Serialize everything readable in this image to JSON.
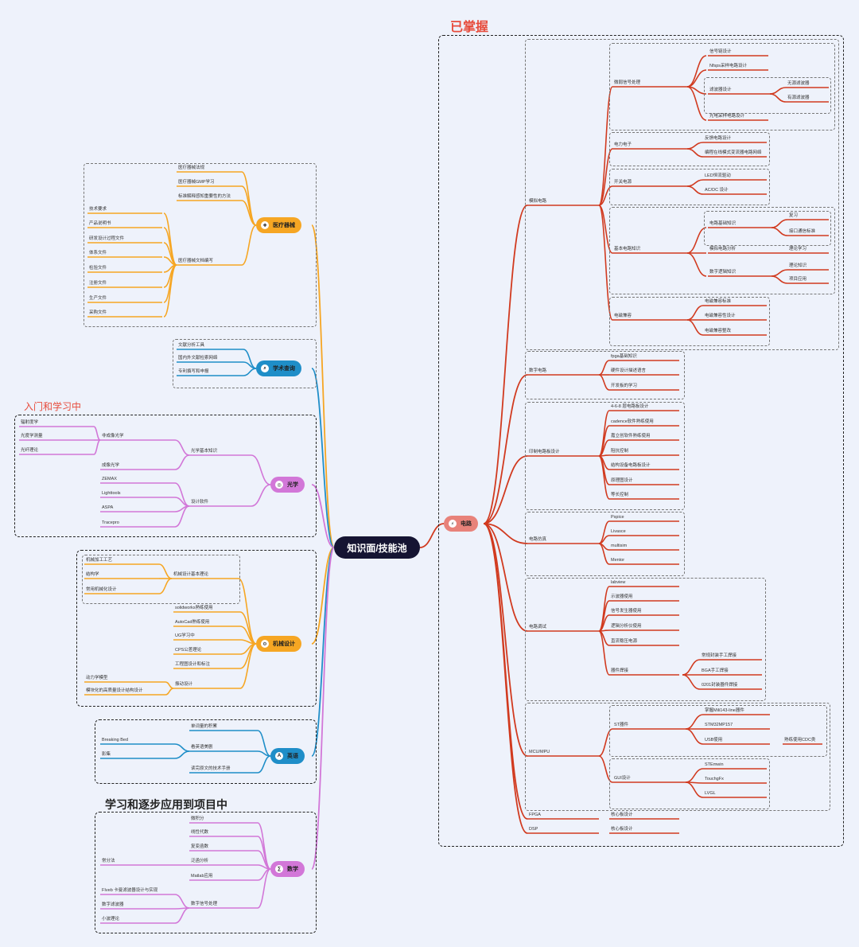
{
  "center": "知识面/技能池",
  "section_titles": {
    "mastered": "已掌握",
    "learning": "入门和学习中",
    "applying": "学习和逐步应用到项目中"
  },
  "colors": {
    "orange": "#f6a623",
    "blue": "#1f8ec8",
    "pink": "#d277d8",
    "red": "#d13a1f",
    "center": "#151432"
  },
  "branches": [
    {
      "id": "medical",
      "label": "医疗器械",
      "color": "#f6a623",
      "icon": "medical-icon",
      "items": [
        "医疗器械法规",
        "医疗器械GMP学习",
        "标准解释感知重要性的方法",
        "技术要求",
        "产品说明书",
        "研发设计过程文件",
        "体系文件",
        "检验文件",
        "注册文件",
        "生产文件",
        "采购文件",
        "医疗器械文档编写"
      ]
    },
    {
      "id": "academic",
      "label": "学术查询",
      "color": "#1f8ec8",
      "icon": "search-icon",
      "items": [
        "文献分析工具",
        "国内外文献检索网络",
        "专利撰写和申报"
      ]
    },
    {
      "id": "optics",
      "label": "光学",
      "color": "#d277d8",
      "icon": "lens-icon",
      "items": [
        "辐射度学",
        "光度学测量",
        "光纤理论",
        "非成像光学",
        "光学基本知识",
        "成像光学",
        "ZEMAX",
        "Lighttools",
        "ASPA",
        "Tracepro",
        "设计软件"
      ]
    },
    {
      "id": "mechanical",
      "label": "机械设计",
      "color": "#f6a623",
      "icon": "gear-icon",
      "items": [
        "机械加工工艺",
        "结构学",
        "常用机械化设计",
        "机械设计基本理论",
        "solidworks熟练使用",
        "AutoCad熟练使用",
        "UG学习中",
        "CPS公差理论",
        "工程图设计和标注",
        "振动设计",
        "动力学模型",
        "模块化的高质量设计结构设计"
      ]
    },
    {
      "id": "english",
      "label": "英语",
      "color": "#1f8ec8",
      "icon": "book-icon",
      "items": [
        "单词量的积累",
        "Breaking Bed",
        "影集",
        "看英语美剧",
        "读完原文的技术手册"
      ]
    },
    {
      "id": "math",
      "label": "数学",
      "color": "#d277d8",
      "icon": "formula-icon",
      "items": [
        "微积分",
        "线性代数",
        "复变函数",
        "泛函分析",
        "Matlab应用",
        "常分法",
        "FIveb 卡曼滤波器设计与实现",
        "数字滤波器",
        "小波理论",
        "数字信号处理"
      ]
    },
    {
      "id": "circuit",
      "label": "电路",
      "color": "#d13a1f",
      "icon": "circuit-icon",
      "groups": [
        {
          "label": "模拟电路",
          "sub": [
            {
              "label": "微弱信号处理",
              "items": [
                "信号链设计",
                "Nfsps采样电路设计",
                "滤波器设计",
                "无源滤波器",
                "有源滤波器",
                "光电采样电路设计"
              ]
            },
            {
              "label": "电力电子",
              "items": [
                "反馈电路设计",
                "编程在线模式变流器电路网络"
              ]
            },
            {
              "label": "开关电源",
              "items": [
                "LED恒流驱动",
                "AC/DC 设计"
              ]
            },
            {
              "label": "基本电路知识",
              "items": [
                "电路基础知识",
                "复习",
                "接口通信标准",
                "模拟电路分析",
                "理论学习",
                "数字逻辑知识",
                "理论知识",
                "项目应用"
              ]
            },
            {
              "label": "电磁兼容",
              "items": [
                "电磁兼容标准",
                "电磁兼容性设计",
                "电磁兼容整改"
              ]
            }
          ]
        },
        {
          "label": "数字电路",
          "items": [
            "fpga基础知识",
            "硬件设计描述语言",
            "开发板的学习"
          ]
        },
        {
          "label": "印制电路板设计",
          "items": [
            "4-6-8 层电路板设计",
            "cadence软件熟练使用",
            "嘉立创软件熟练使用",
            "阻抗控制",
            "结构设备电路板设计",
            "原理图设计",
            "等长控制"
          ]
        },
        {
          "label": "电路仿真",
          "items": [
            "Pspice",
            "Livasce",
            "multisim",
            "Mentor"
          ]
        },
        {
          "label": "电路调试",
          "items": [
            "labview",
            "示波器使用",
            "信号发生器使用",
            "逻辑分析仪使用",
            "直流稳压电源",
            "器件焊接",
            "常规封装手工焊接",
            "BGA手工焊接",
            "0201封装器件焊接"
          ]
        },
        {
          "label": "MCU/MPU",
          "sub": [
            {
              "label": "ST器件",
              "items": [
                "掌握Mili143-line器件",
                "STM32MP157",
                "USB使用",
                "熟练使用CDC类"
              ]
            },
            {
              "label": "GUI设计",
              "items": [
                "STEmwin",
                "TouchgFx",
                "LVGL"
              ]
            }
          ]
        },
        {
          "label": "FPGA",
          "items": [
            "核心板设计"
          ]
        },
        {
          "label": "DSP",
          "items": [
            "核心板设计"
          ]
        }
      ]
    }
  ]
}
